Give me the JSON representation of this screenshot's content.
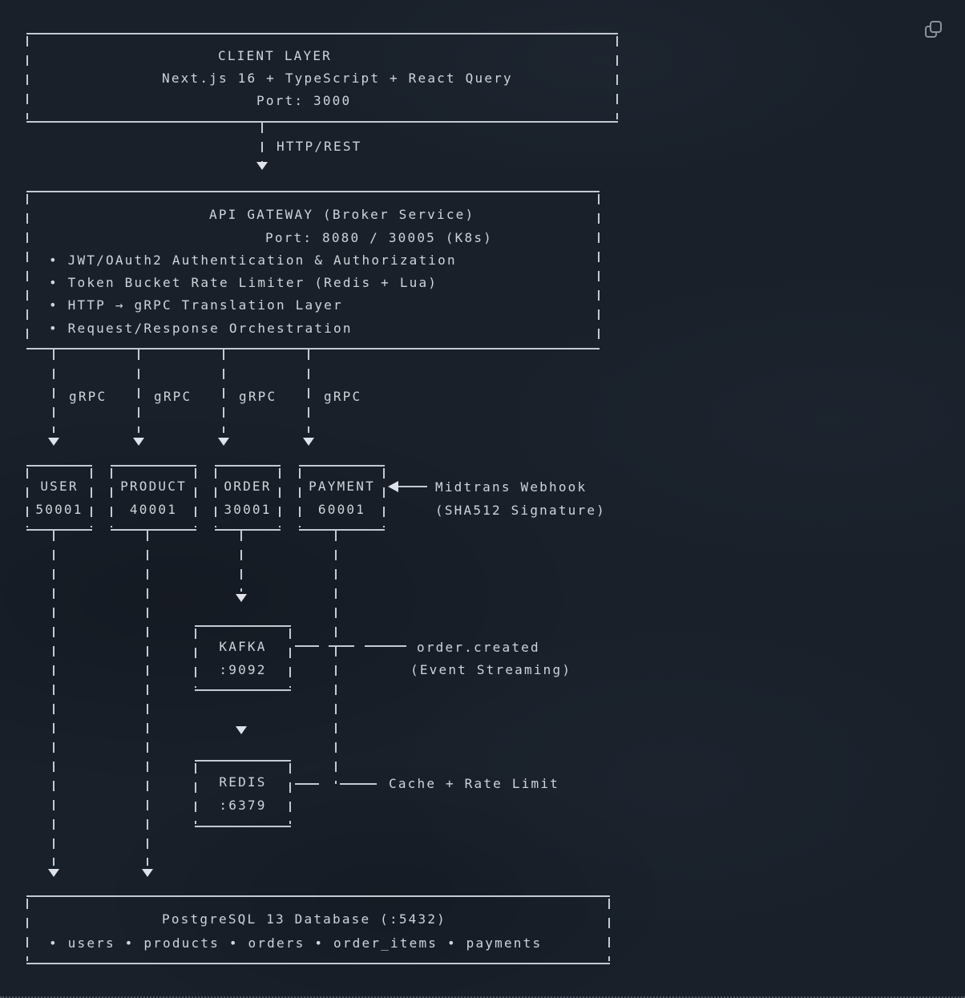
{
  "canvas": {
    "bg": "#19202a",
    "line_color": "#c5cad2",
    "text_color": "#d0d4db"
  },
  "toolbar": {
    "copy_icon": "copy"
  },
  "client": {
    "title": "CLIENT LAYER",
    "stack": "Next.js 16 + TypeScript + React Query",
    "port": "Port: 3000"
  },
  "edges": {
    "client_gateway": "HTTP/REST",
    "grpc": [
      "gRPC",
      "gRPC",
      "gRPC",
      "gRPC"
    ]
  },
  "gateway": {
    "title": "API GATEWAY (Broker Service)",
    "port": "Port: 8080 / 30005 (K8s)",
    "features": [
      "• JWT/OAuth2 Authentication & Authorization",
      "• Token Bucket Rate Limiter (Redis + Lua)",
      "• HTTP → gRPC Translation Layer",
      "• Request/Response Orchestration"
    ]
  },
  "services": [
    {
      "name": "USER",
      "port": "50001"
    },
    {
      "name": "PRODUCT",
      "port": "40001"
    },
    {
      "name": "ORDER",
      "port": "30001"
    },
    {
      "name": "PAYMENT",
      "port": "60001"
    }
  ],
  "webhook": {
    "line1": "Midtrans Webhook",
    "line2": "(SHA512 Signature)"
  },
  "kafka": {
    "name": "KAFKA",
    "port": ":9092",
    "note1": "order.created",
    "note2": "(Event Streaming)"
  },
  "redis": {
    "name": "REDIS",
    "port": ":6379",
    "note": "Cache + Rate Limit"
  },
  "database": {
    "title": "PostgreSQL 13 Database (:5432)",
    "tables": "• users • products • orders • order_items • payments"
  }
}
